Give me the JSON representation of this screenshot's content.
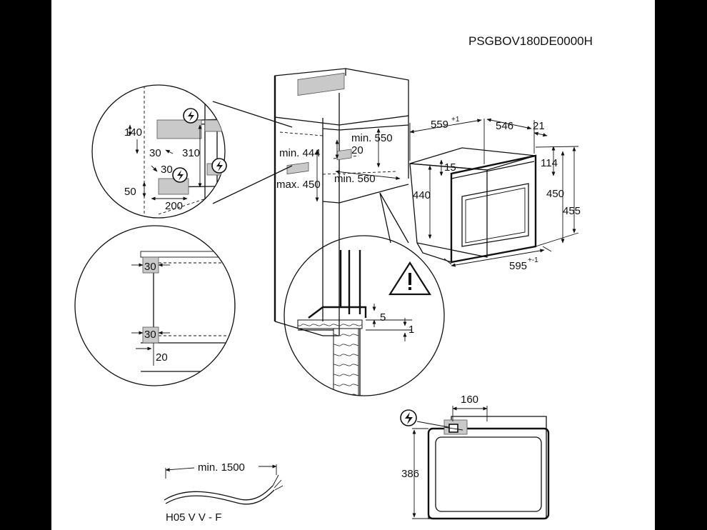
{
  "product_code": "PSGBOV180DE0000H",
  "cabinet": {
    "min_height": "min. 550",
    "min_width": "min. 560",
    "niche_gap": "20",
    "min_opening": "min. 444",
    "max_opening": "max. 450"
  },
  "appliance": {
    "depth_installed": "559",
    "depth_installed_tolerance": "+1",
    "depth_body": "546",
    "front_thickness": "21",
    "top_offset": "15",
    "height_body": "440",
    "upper_gap": "114",
    "height_front_inner": "450",
    "height_front": "455",
    "width": "595",
    "width_tolerance": "+-1"
  },
  "detail_top_left": {
    "gap_140": "140",
    "gap_30_top": "30",
    "gap_310": "310",
    "gap_30_mid": "30",
    "gap_50": "50",
    "gap_200": "200"
  },
  "detail_bottom_left": {
    "side_gap_top": "30",
    "side_gap_bottom": "30",
    "bottom_gap": "20"
  },
  "detail_bottom_center": {
    "gap_5": "5",
    "gap_1": "1"
  },
  "rear_view": {
    "socket_width": "160",
    "socket_height": "386"
  },
  "cable": {
    "min_length": "min. 1500",
    "type": "H05 V V - F"
  },
  "icons": [
    "electric-hazard-icon",
    "warning-triangle-icon"
  ],
  "colors": {
    "background": "#000000",
    "sheet": "#ffffff",
    "ink": "#111111",
    "hatch": "#c9c9c9"
  }
}
